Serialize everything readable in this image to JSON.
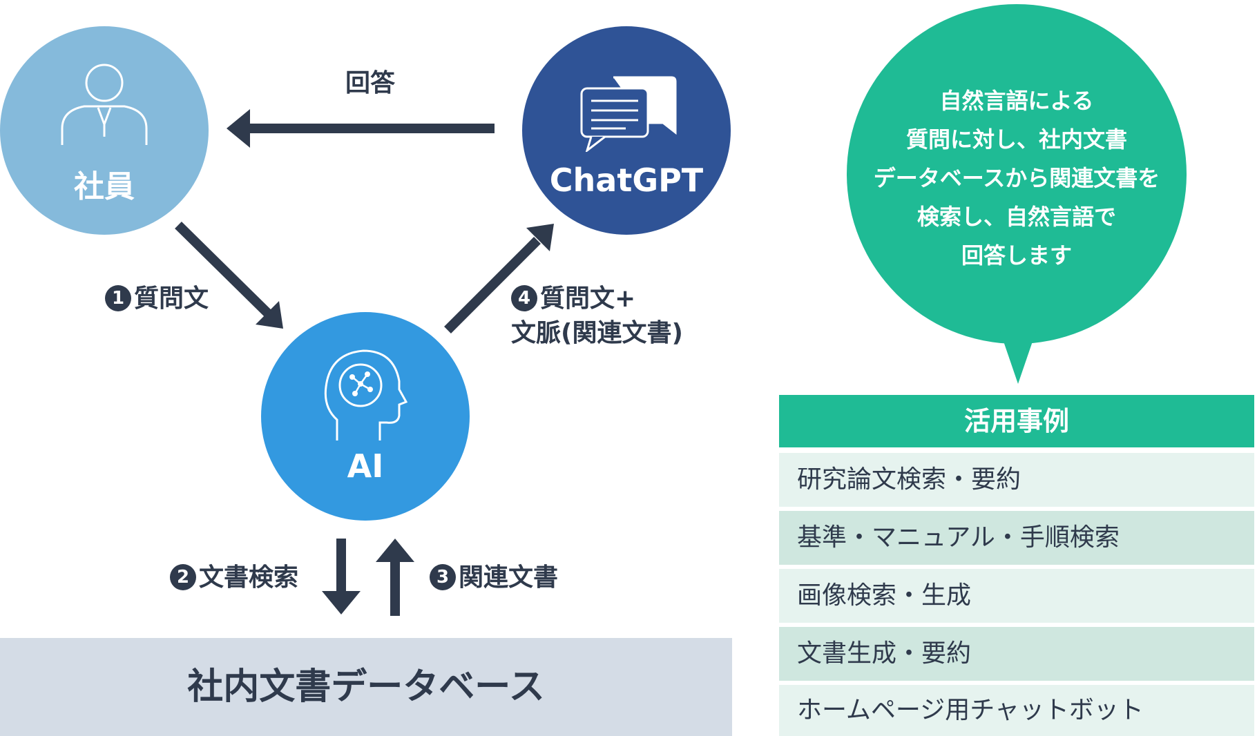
{
  "nodes": {
    "employee": {
      "label": "社員",
      "color": "#85badb"
    },
    "chatgpt": {
      "label": "ChatGPT",
      "color": "#2f5396"
    },
    "ai": {
      "label": "AI",
      "color": "#3399e0"
    }
  },
  "edges": {
    "answer": "回答",
    "step1": {
      "num": "1",
      "label": "質問文"
    },
    "step2": {
      "num": "2",
      "label": "文書検索"
    },
    "step3": {
      "num": "3",
      "label": "関連文書"
    },
    "step4": {
      "num": "4",
      "line1": "質問文+",
      "line2": "文脈(関連文書)"
    }
  },
  "bubble": {
    "lines": [
      "自然言語による",
      "質問に対し、社内文書",
      "データベースから関連文書を",
      "検索し、自然言語で",
      "回答します"
    ],
    "color": "#1fbb95"
  },
  "use_cases": {
    "title": "活用事例",
    "items": [
      "研究論文検索・要約",
      "基準・マニュアル・手順検索",
      "画像検索・生成",
      "文書生成・要約",
      "ホームページ用チャットボット"
    ]
  },
  "database": {
    "label": "社内文書データベース"
  },
  "colors": {
    "arrow": "#2f3a4c",
    "row_light": "#e6f3ef",
    "row_dark": "#cfe7df"
  }
}
